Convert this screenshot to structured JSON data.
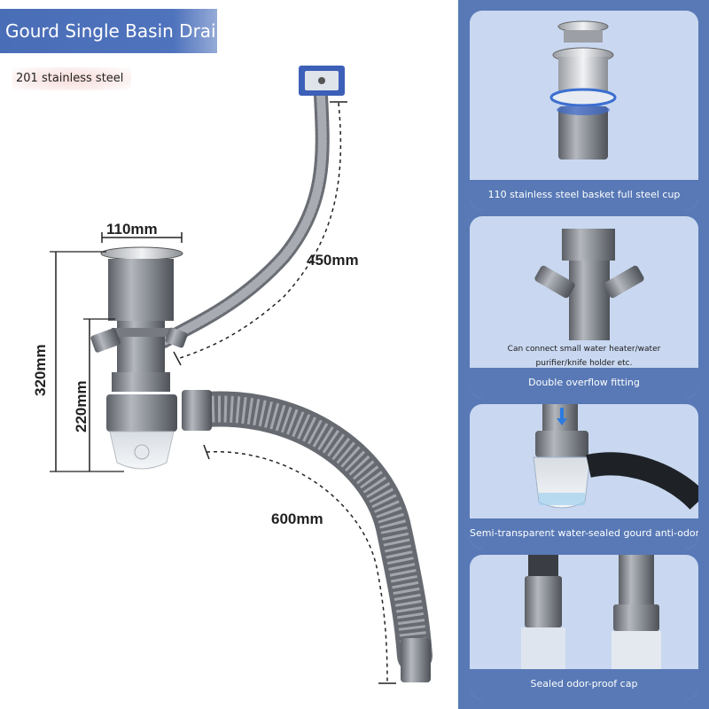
{
  "title": "Gourd Single Basin Drai",
  "material": "201 stainless steel",
  "dimensions": {
    "basket": "110mm",
    "overflow_hose": "450mm",
    "total_height": "320mm",
    "trap_height": "220mm",
    "drain_hose": "600mm"
  },
  "features": [
    {
      "caption": "110 stainless steel basket full steel cup"
    },
    {
      "caption": "Double overflow fitting",
      "note_line1": "Can connect small water heater/water",
      "note_line2": "purifier/knife holder etc."
    },
    {
      "caption": "Semi-transparent water-sealed gourd anti-odor"
    },
    {
      "caption": "Sealed odor-proof cap"
    }
  ],
  "colors": {
    "brand_blue": "#5879b6",
    "card_bg": "#c9d8f0",
    "pipe_gray": "#8a8f96"
  }
}
